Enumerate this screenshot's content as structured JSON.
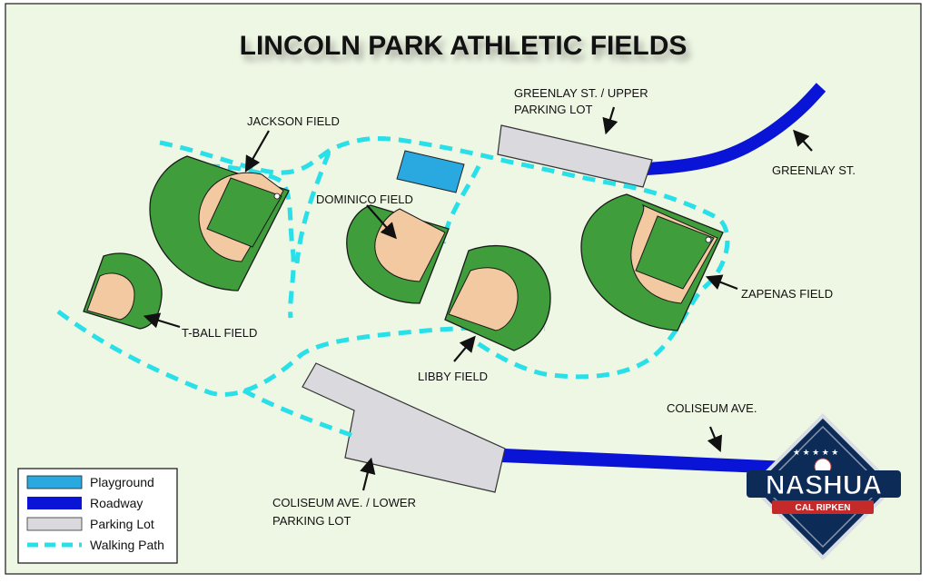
{
  "title": "LINCOLN PARK ATHLETIC FIELDS",
  "fields": {
    "jackson": "JACKSON FIELD",
    "dominico": "DOMINICO FIELD",
    "tball": "T-BALL FIELD",
    "libby": "LIBBY FIELD",
    "zapenas": "ZAPENAS FIELD"
  },
  "roads": {
    "greenlay_lot_line1": "GREENLAY ST. / UPPER",
    "greenlay_lot_line2": "PARKING LOT",
    "greenlay_st": "GREENLAY ST.",
    "coliseum_ave": "COLISEUM AVE.",
    "coliseum_lot_line1": "COLISEUM AVE. / LOWER",
    "coliseum_lot_line2": "PARKING LOT"
  },
  "legend": [
    {
      "label": "Playground",
      "color": "#29a9e0",
      "kind": "box"
    },
    {
      "label": "Roadway",
      "color": "#0a14d6",
      "kind": "box"
    },
    {
      "label": "Parking Lot",
      "color": "#d9d9de",
      "kind": "box"
    },
    {
      "label": "Walking Path",
      "color": "#29e0e8",
      "kind": "dash"
    }
  ],
  "logo": {
    "name": "NASHUA",
    "sub": "CAL RIPKEN"
  },
  "colors": {
    "background": "#eef6e4",
    "grass": "#3f9d3c",
    "infield": "#f2c9a1",
    "path": "#29e0e8",
    "road": "#0a14d6",
    "lot": "#d9d9de",
    "playground": "#29a9e0"
  }
}
